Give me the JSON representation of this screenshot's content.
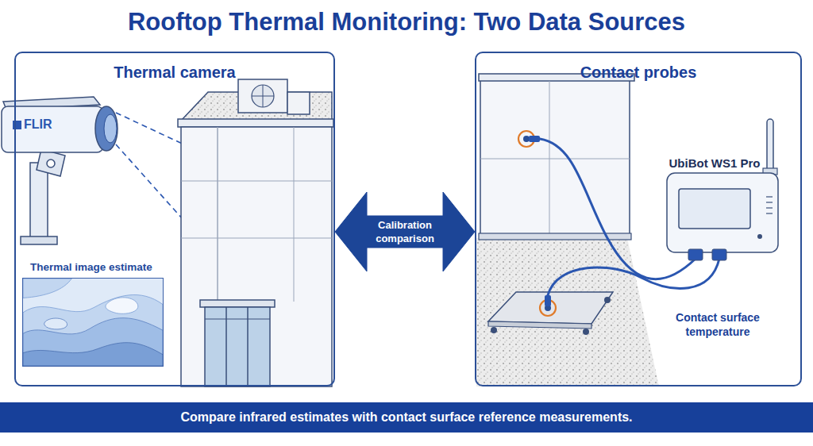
{
  "diagram": {
    "title": "Rooftop Thermal Monitoring: Two Data Sources",
    "caption": "Compare infrared estimates with contact surface reference measurements.",
    "nodes": [
      {
        "text": [
          "Thermal camera"
        ]
      },
      {
        "text": [
          "Contact probes"
        ]
      },
      {
        "text": [
          "Thermal image estimate"
        ],
        "in": 0
      },
      {
        "text": [
          "UbiBot WS1 Pro"
        ],
        "in": 1
      }
    ],
    "edges": [
      {
        "from": 0,
        "to": 1,
        "label": "Calibration comparison",
        "arrow": "both"
      }
    ],
    "labels": [
      "FLIR",
      "Contact surface temperature"
    ]
  }
}
